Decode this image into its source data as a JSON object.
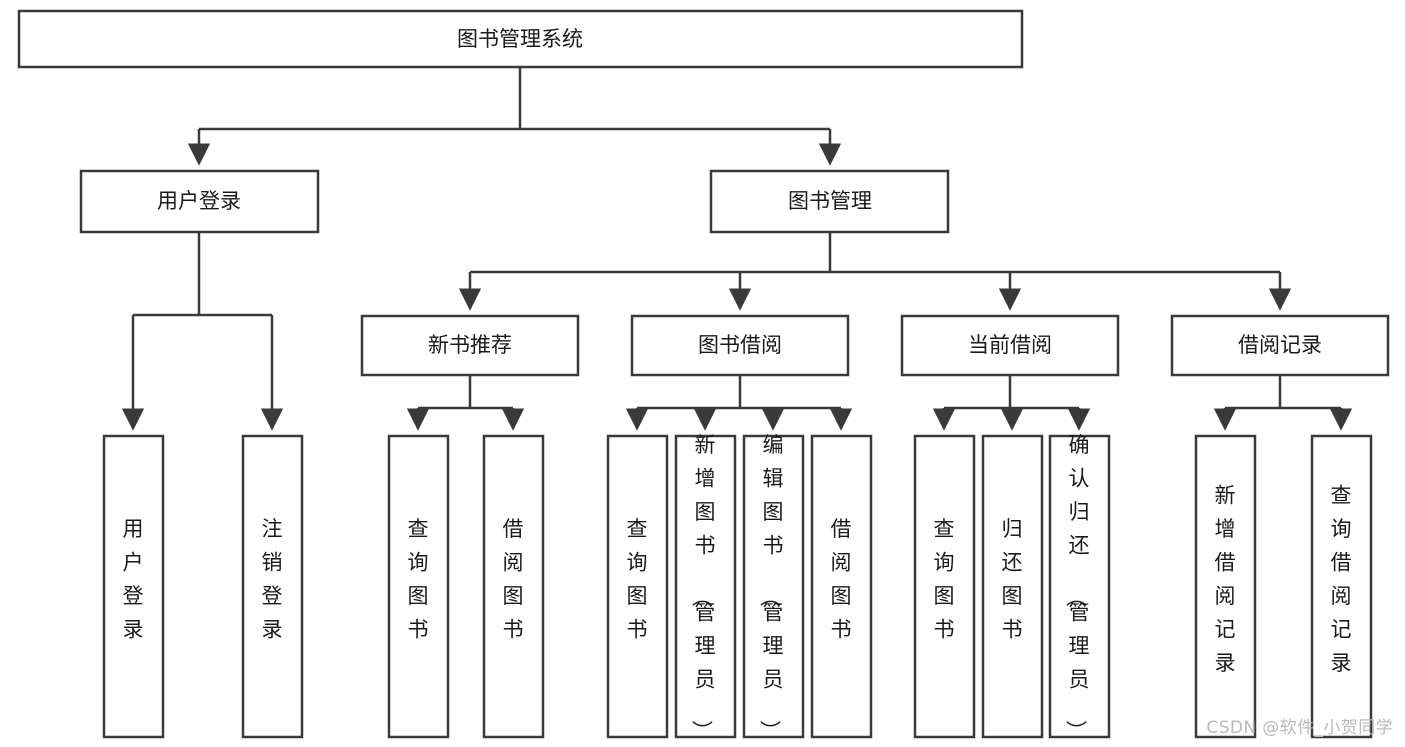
{
  "diagram": {
    "type": "tree-hierarchy-chart",
    "title": "图书管理系统",
    "watermark": "CSDN @软件_小贺同学",
    "colors": {
      "box_fill": "#ffffff",
      "box_stroke": "#3a3a3a",
      "text": "#1a1a1a",
      "background": "#ffffff",
      "watermark": "#b9b9b9"
    },
    "levels": {
      "level0": [
        {
          "id": "root",
          "label": "图书管理系统",
          "orientation": "horizontal"
        }
      ],
      "level1": [
        {
          "id": "user-login",
          "label": "用户登录",
          "orientation": "horizontal"
        },
        {
          "id": "book-manage",
          "label": "图书管理",
          "orientation": "horizontal"
        }
      ],
      "level2": [
        {
          "id": "new-book-rec",
          "label": "新书推荐",
          "orientation": "horizontal"
        },
        {
          "id": "book-borrow",
          "label": "图书借阅",
          "orientation": "horizontal"
        },
        {
          "id": "current-borrow",
          "label": "当前借阅",
          "orientation": "horizontal"
        },
        {
          "id": "borrow-record",
          "label": "借阅记录",
          "orientation": "horizontal"
        }
      ],
      "level3": [
        {
          "id": "leaf-user-login",
          "label": "用户登录",
          "parent": "user-login",
          "orientation": "vertical"
        },
        {
          "id": "leaf-logout",
          "label": "注销登录",
          "parent": "user-login",
          "orientation": "vertical"
        },
        {
          "id": "leaf-query-book-1",
          "label": "查询图书",
          "parent": "new-book-rec",
          "orientation": "vertical"
        },
        {
          "id": "leaf-borrow-book-1",
          "label": "借阅图书",
          "parent": "new-book-rec",
          "orientation": "vertical"
        },
        {
          "id": "leaf-query-book-2",
          "label": "查询图书",
          "parent": "book-borrow",
          "orientation": "vertical"
        },
        {
          "id": "leaf-add-book",
          "label": "新增图书（管理员）",
          "parent": "book-borrow",
          "orientation": "vertical"
        },
        {
          "id": "leaf-edit-book",
          "label": "编辑图书（管理员）",
          "parent": "book-borrow",
          "orientation": "vertical"
        },
        {
          "id": "leaf-borrow-book-2",
          "label": "借阅图书",
          "parent": "book-borrow",
          "orientation": "vertical"
        },
        {
          "id": "leaf-query-book-3",
          "label": "查询图书",
          "parent": "current-borrow",
          "orientation": "vertical"
        },
        {
          "id": "leaf-return-book",
          "label": "归还图书",
          "parent": "current-borrow",
          "orientation": "vertical"
        },
        {
          "id": "leaf-confirm-return",
          "label": "确认归还（管理员）",
          "parent": "current-borrow",
          "orientation": "vertical"
        },
        {
          "id": "leaf-add-record",
          "label": "新增借阅记录",
          "parent": "borrow-record",
          "orientation": "vertical"
        },
        {
          "id": "leaf-query-record",
          "label": "查询借阅记录",
          "parent": "borrow-record",
          "orientation": "vertical"
        }
      ]
    }
  }
}
